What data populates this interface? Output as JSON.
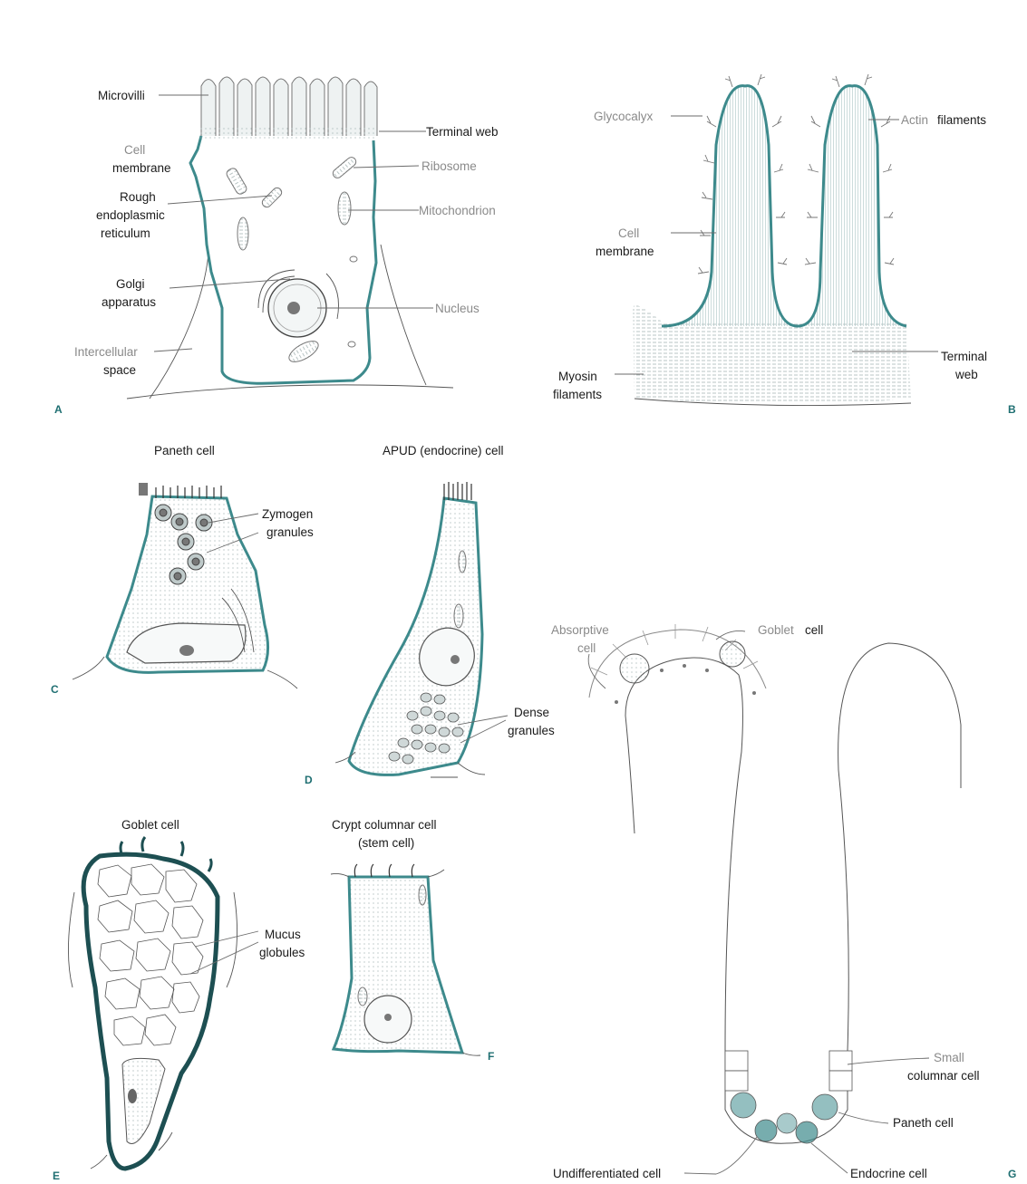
{
  "panels": {
    "A": {
      "letter": "A",
      "labels": {
        "microvilli": "Microvilli",
        "cell_membrane_1": "Cell",
        "cell_membrane_2": "membrane",
        "rough_er_1": "Rough",
        "rough_er_2": "endoplasmic",
        "rough_er_3": "reticulum",
        "golgi_1": "Golgi",
        "golgi_2": "apparatus",
        "intercellular_1": "Intercellular",
        "intercellular_2": "space",
        "terminal_web": "Terminal web",
        "ribosome": "Ribosome",
        "mitochondrion": "Mitochondrion",
        "nucleus": "Nucleus"
      }
    },
    "B": {
      "letter": "B",
      "labels": {
        "glycocalyx": "Glycocalyx",
        "actin_1": "Actin",
        "actin_2": "filaments",
        "cell_membrane_1": "Cell",
        "cell_membrane_2": "membrane",
        "terminal_web_1": "Terminal",
        "terminal_web_2": "web",
        "myosin_1": "Myosin",
        "myosin_2": "filaments"
      }
    },
    "C": {
      "letter": "C",
      "title": "Paneth cell",
      "labels": {
        "zymogen_1": "Zymogen",
        "zymogen_2": "granules"
      }
    },
    "D": {
      "letter": "D",
      "title": "APUD (endocrine) cell",
      "labels": {
        "dense_1": "Dense",
        "dense_2": "granules"
      }
    },
    "E": {
      "letter": "E",
      "title": "Goblet cell",
      "labels": {
        "mucus_1": "Mucus",
        "mucus_2": "globules"
      }
    },
    "F": {
      "letter": "F",
      "title_1": "Crypt columnar cell",
      "title_2": "(stem cell)"
    },
    "G": {
      "letter": "G",
      "labels": {
        "absorptive_1": "Absorptive",
        "absorptive_2": "cell",
        "goblet_1": "Goblet",
        "goblet_2": "cell",
        "small_1": "Small",
        "small_2": "columnar cell",
        "paneth": "Paneth cell",
        "endocrine": "Endocrine cell",
        "undifferentiated": "Undifferentiated cell"
      }
    }
  },
  "colors": {
    "accent": "#3d8a8c",
    "ink": "#1a1a1a",
    "gray_label": "#8a8a8a",
    "panel_letter": "#1f6f72"
  }
}
